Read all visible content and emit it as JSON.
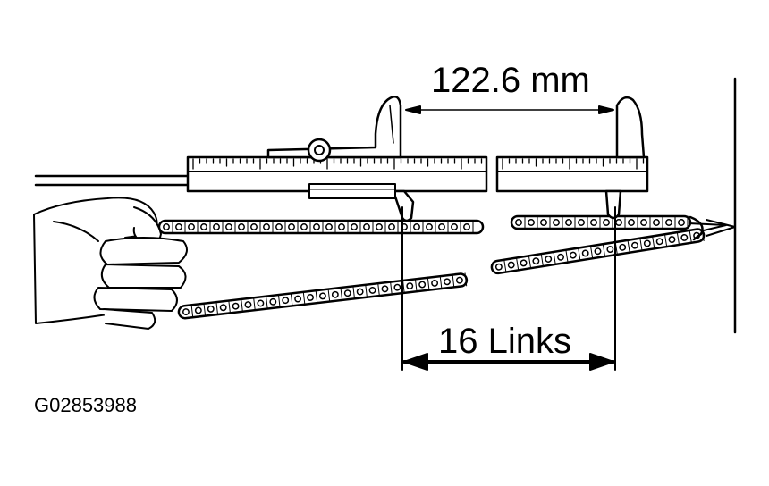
{
  "measurement_label": "122.6 mm",
  "links_label": "16 Links",
  "figure_id": "G02853988",
  "colors": {
    "ink": "#000000",
    "paper": "#ffffff"
  },
  "icons": [
    "vernier-caliper-icon",
    "timing-chain-icon",
    "hand-icon",
    "spring-scale-hook-icon"
  ]
}
